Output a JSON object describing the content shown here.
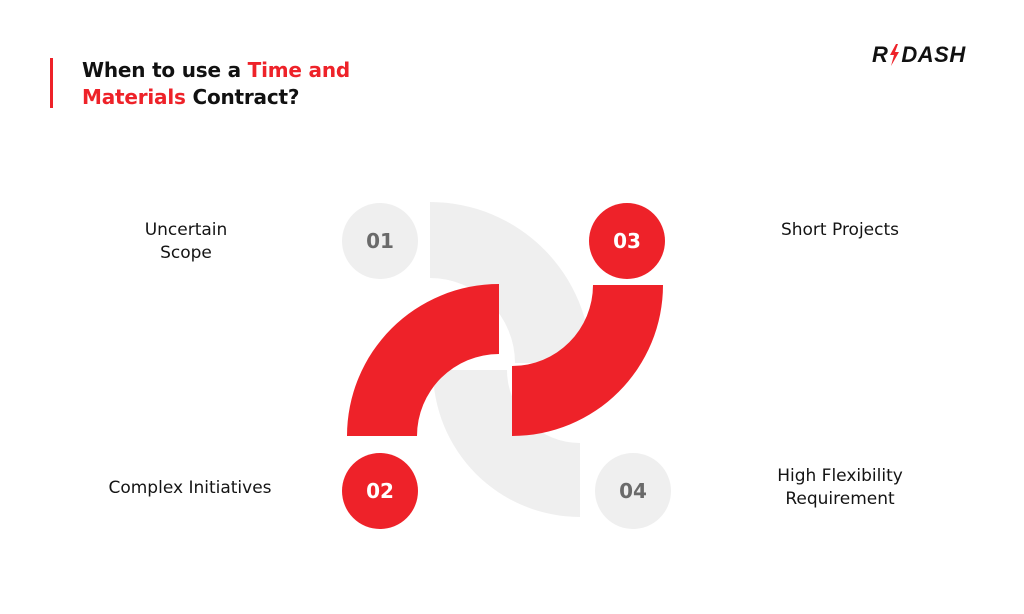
{
  "header": {
    "title_part1": "When to use a ",
    "title_accent1": "Time and",
    "title_accent2": "Materials",
    "title_part2": " Contract?"
  },
  "logo": {
    "text_left": "R",
    "text_right": "DASH",
    "icon": "lightning-bolt-icon"
  },
  "colors": {
    "accent": "#ee2229",
    "gray_shape": "#efefef",
    "gray_text": "#6a6a6a",
    "text": "#111111"
  },
  "items": [
    {
      "number": "01",
      "label_line1": "Uncertain",
      "label_line2": "Scope",
      "style": "gray"
    },
    {
      "number": "02",
      "label_line1": "Complex Initiatives",
      "label_line2": "",
      "style": "red"
    },
    {
      "number": "03",
      "label_line1": "Short Projects",
      "label_line2": "",
      "style": "red"
    },
    {
      "number": "04",
      "label_line1": "High Flexibility",
      "label_line2": "Requirement",
      "style": "gray"
    }
  ]
}
